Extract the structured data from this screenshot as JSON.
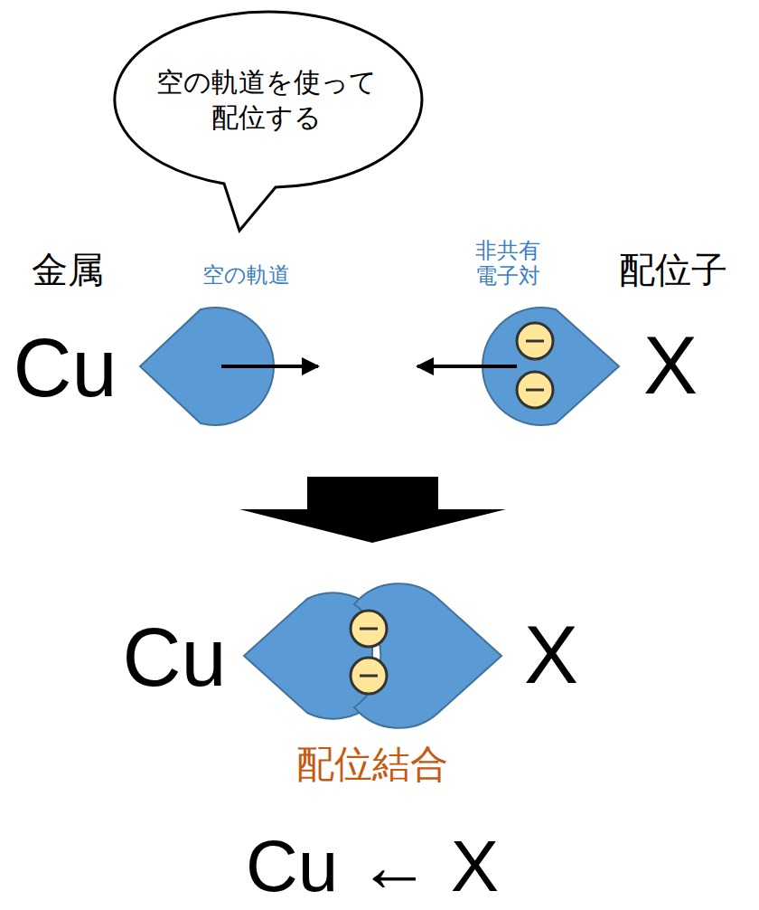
{
  "diagram": {
    "nodes": [
      {
        "text": [
          "空の軌道を使って 配位する"
        ]
      }
    ],
    "labels": [
      "金属",
      "空の軌道",
      "非共有 電子対",
      "配位子",
      "Cu",
      "X",
      "Cu",
      "X",
      "配位結合",
      "Cu ← X"
    ]
  }
}
